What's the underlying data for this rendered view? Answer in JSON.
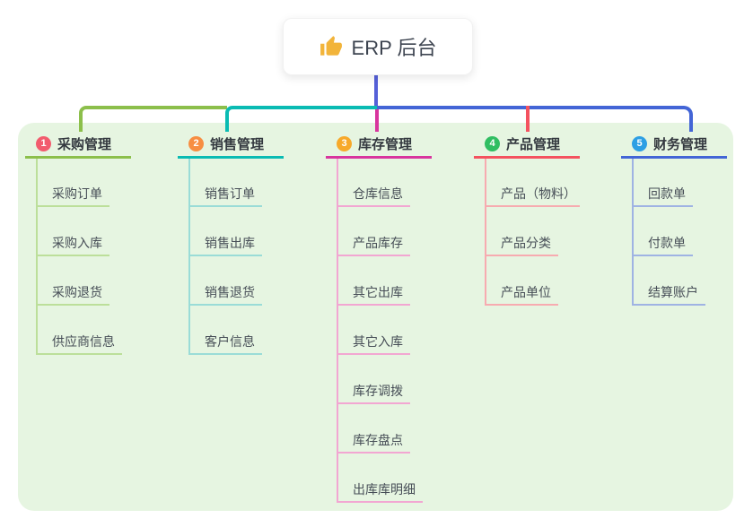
{
  "root": {
    "icon": "thumbs-up-icon",
    "title": "ERP 后台"
  },
  "colors": {
    "canvas": "#ffffff",
    "container_bg": "#E6F5E1",
    "root_connector": "#5560D8",
    "icon_gold": "#F2B43A"
  },
  "branches": [
    {
      "index": "1",
      "label": "采购管理",
      "color": "#8CBF4B",
      "light": "#BCDF9A",
      "badge_color": "#F25C6E",
      "children": [
        "采购订单",
        "采购入库",
        "采购退货",
        "供应商信息"
      ]
    },
    {
      "index": "2",
      "label": "销售管理",
      "color": "#0ABBB3",
      "light": "#9ADCD7",
      "badge_color": "#F78E42",
      "children": [
        "销售订单",
        "销售出库",
        "销售退货",
        "客户信息"
      ]
    },
    {
      "index": "3",
      "label": "库存管理",
      "color": "#D8359E",
      "light": "#F2A6D2",
      "badge_color": "#F7A92A",
      "children": [
        "仓库信息",
        "产品库存",
        "其它出库",
        "其它入库",
        "库存调拨",
        "库存盘点",
        "出库库明细"
      ]
    },
    {
      "index": "4",
      "label": "产品管理",
      "color": "#F4525F",
      "light": "#F7ABB0",
      "badge_color": "#30BE62",
      "children": [
        "产品（物料）",
        "产品分类",
        "产品单位"
      ]
    },
    {
      "index": "5",
      "label": "财务管理",
      "color": "#4365D6",
      "light": "#9FB3E3",
      "badge_color": "#2D9FE4",
      "children": [
        "回款单",
        "付款单",
        "结算账户"
      ]
    }
  ]
}
